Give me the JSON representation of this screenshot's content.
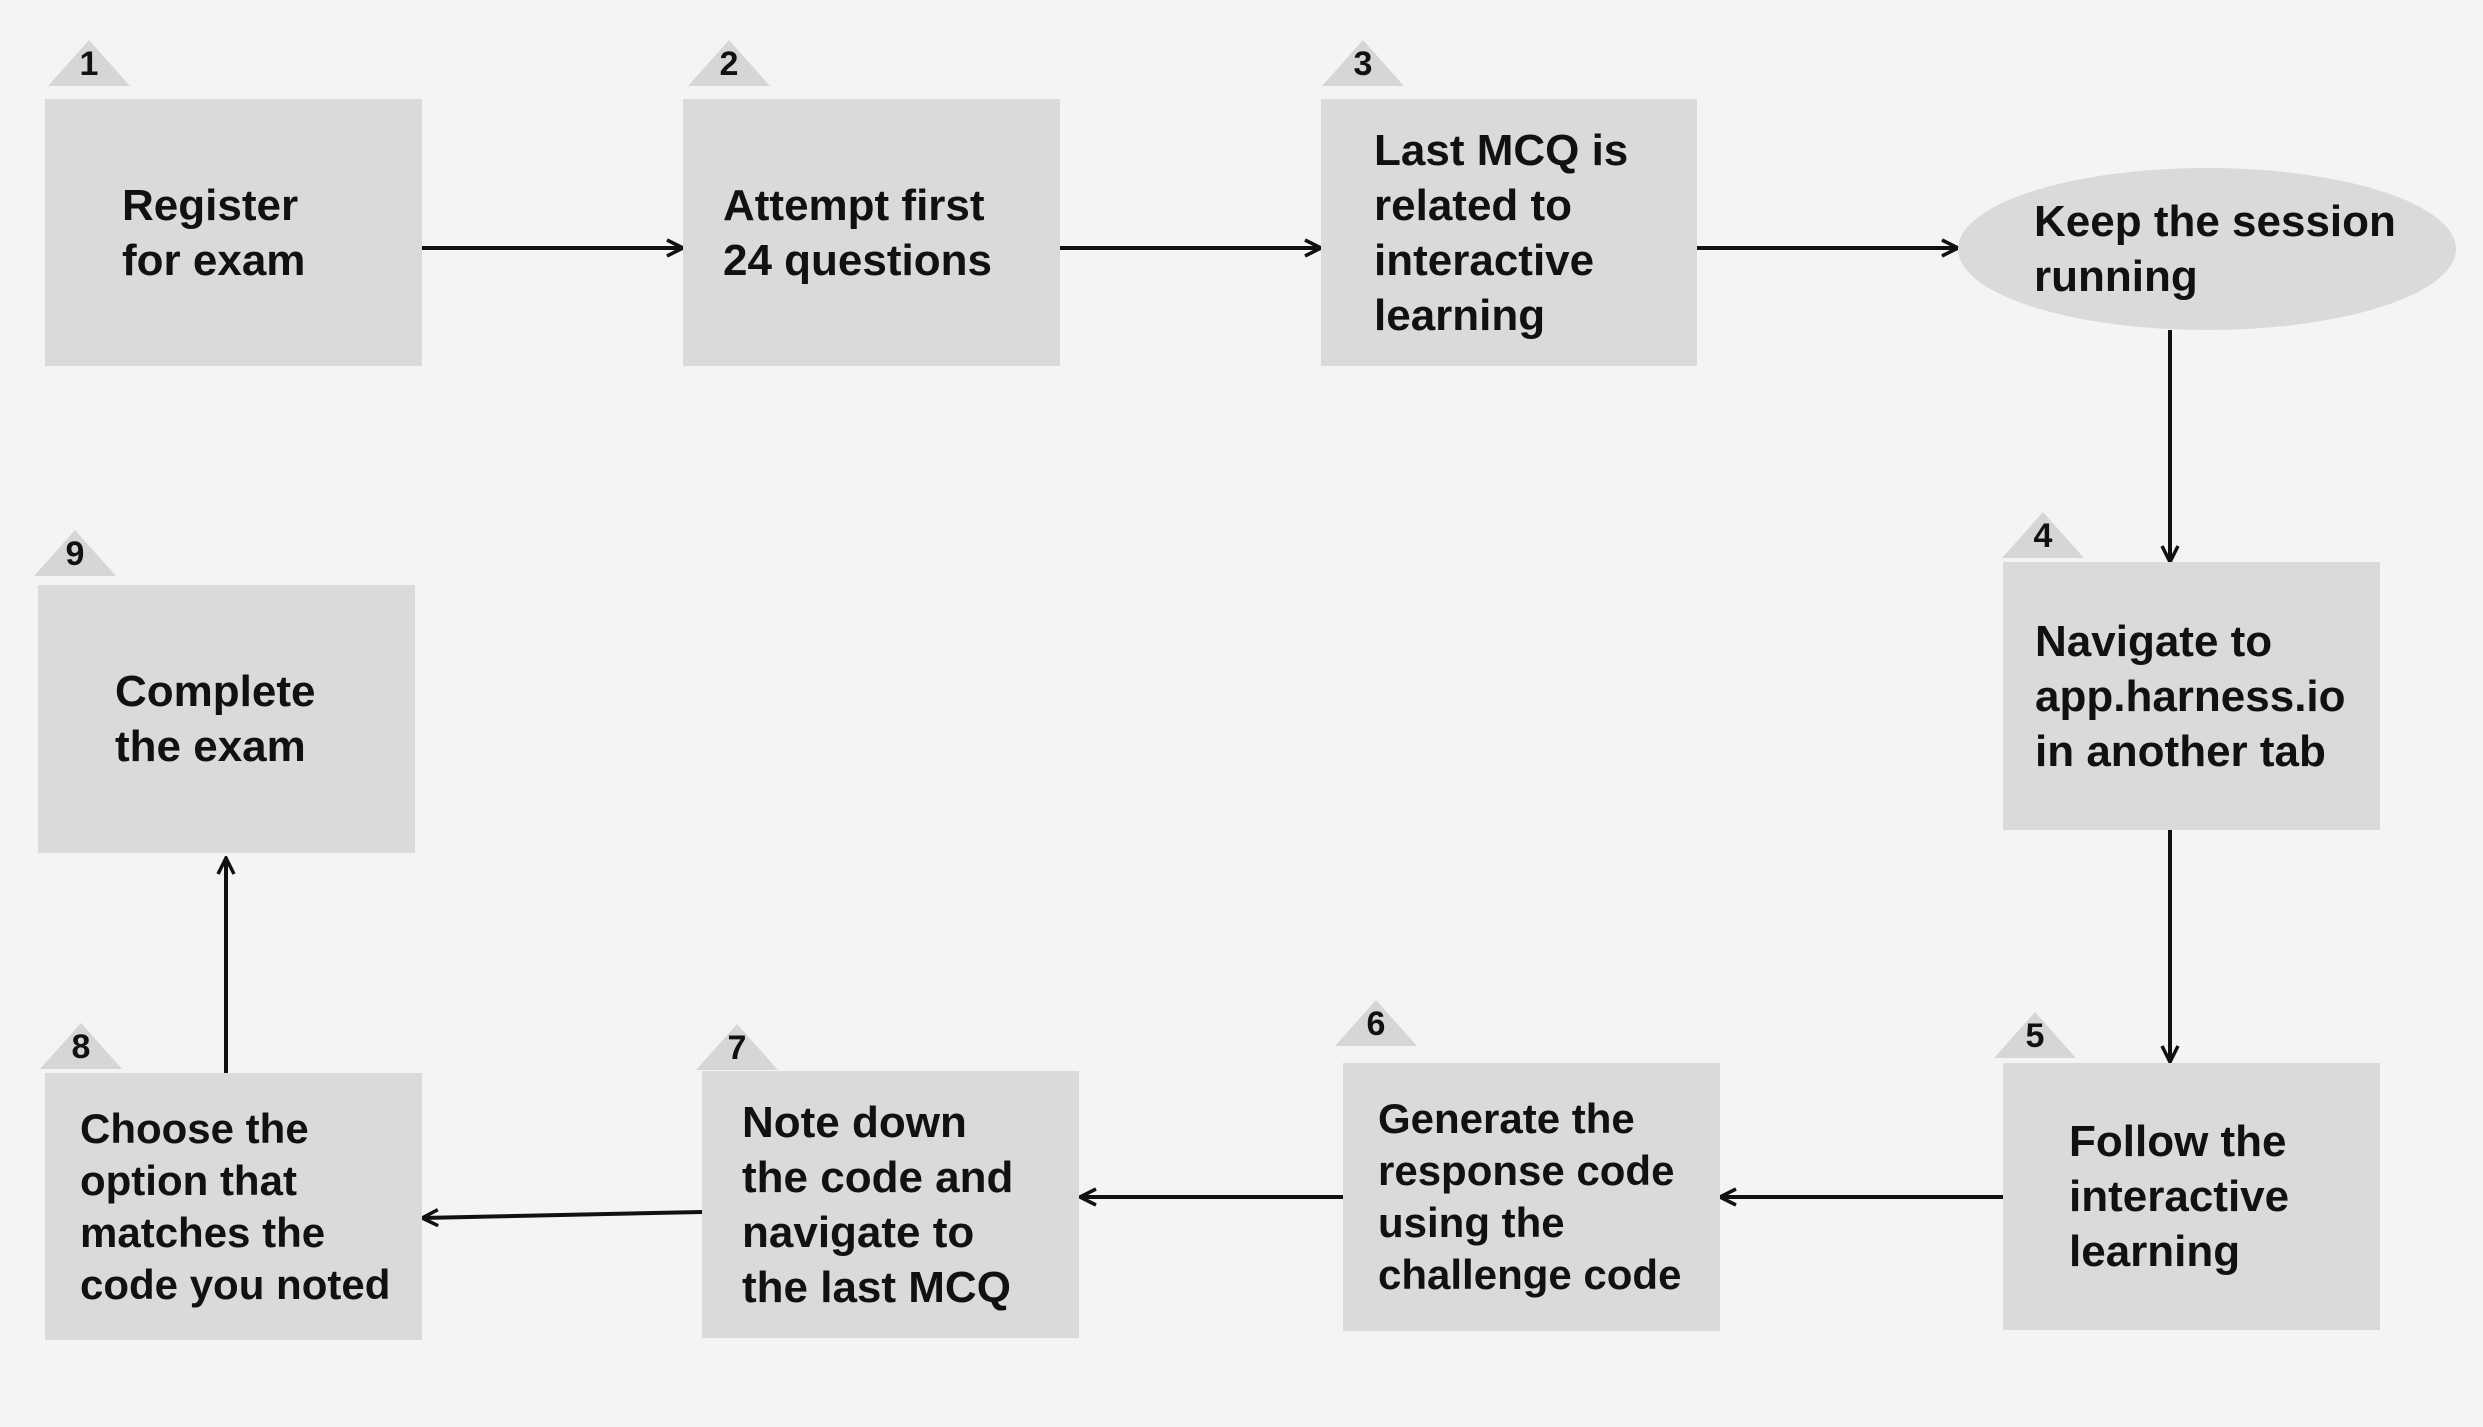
{
  "steps": [
    {
      "number": "1",
      "label": "Register\nfor exam"
    },
    {
      "number": "2",
      "label": "Attempt first\n24 questions"
    },
    {
      "number": "3",
      "label": "Last MCQ is\nrelated to\ninteractive\nlearning"
    },
    {
      "number": "4",
      "label": "Navigate to\napp.harness.io\nin another tab"
    },
    {
      "number": "5",
      "label": "Follow the\ninteractive\nlearning"
    },
    {
      "number": "6",
      "label": "Generate the\nresponse code\nusing the\nchallenge code"
    },
    {
      "number": "7",
      "label": "Note down\nthe code and\nnavigate to\nthe last MCQ"
    },
    {
      "number": "8",
      "label": "Choose the\noption that\nmatches the\ncode you noted"
    },
    {
      "number": "9",
      "label": "Complete\nthe exam"
    }
  ],
  "session_node": {
    "label": "Keep the session\nrunning"
  },
  "colors": {
    "background": "#f4f4f4",
    "box_fill": "#dadada",
    "text": "#111111",
    "arrow": "#111111"
  }
}
